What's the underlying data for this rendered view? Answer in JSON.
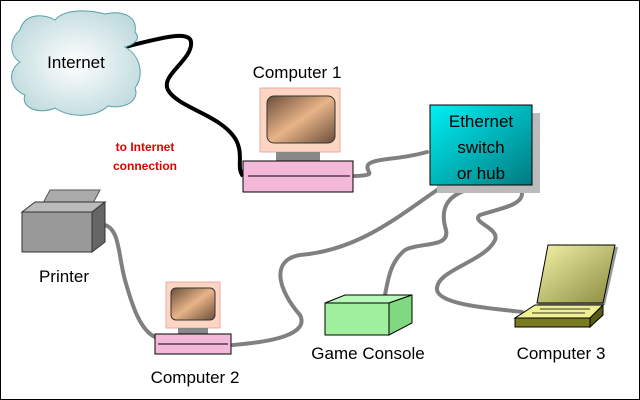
{
  "nodes": {
    "internet": {
      "label": "Internet"
    },
    "computer1": {
      "label": "Computer 1"
    },
    "computer2": {
      "label": "Computer 2"
    },
    "computer3": {
      "label": "Computer 3"
    },
    "printer": {
      "label": "Printer"
    },
    "game_console": {
      "label": "Game Console"
    },
    "switch": {
      "lines": [
        "Ethernet",
        "switch",
        "or hub"
      ]
    }
  },
  "annotation": {
    "lines": [
      "to Internet",
      "connection"
    ]
  },
  "colors": {
    "cloud": "#d6eaec",
    "switch": "#00c8cc",
    "computer_case": "#f4b8d8",
    "monitor_bezel": "#fcd6c0",
    "console": "#a0f0a0",
    "laptop": "#e8e890",
    "cable": "#808080",
    "internet_cable": "#000000",
    "annotation": "#e00000"
  }
}
